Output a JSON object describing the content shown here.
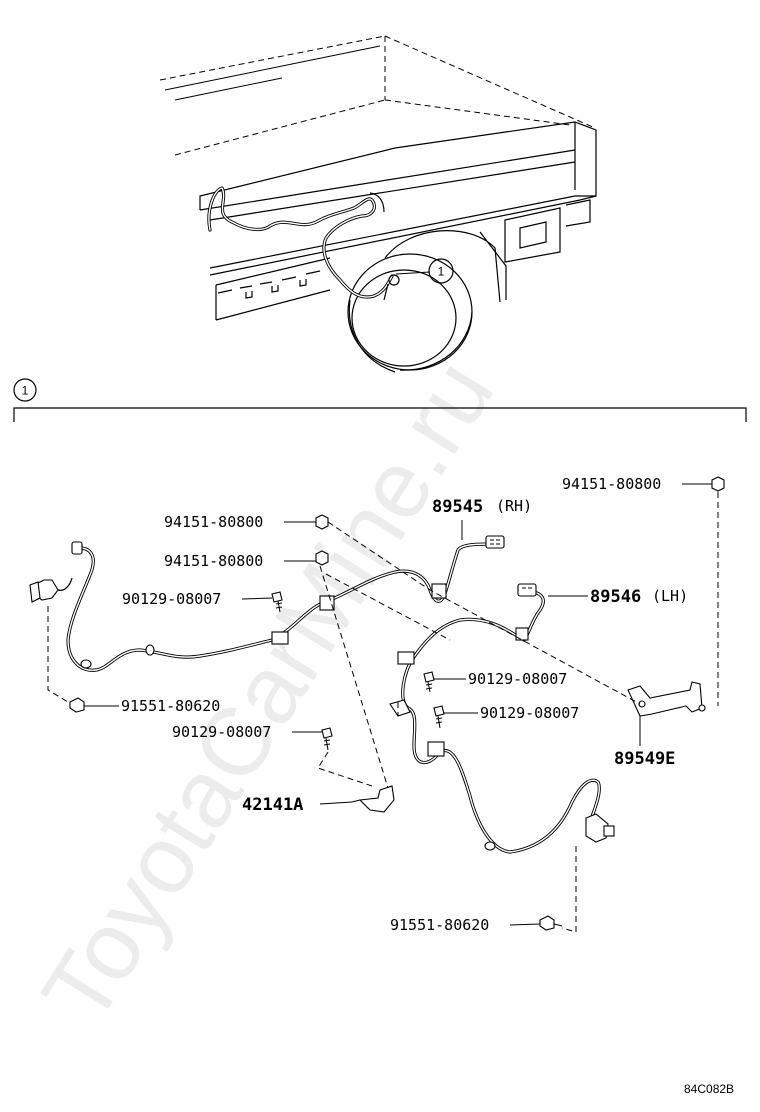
{
  "watermark": "ToyotaCarMine.ru",
  "callout": {
    "number": "1"
  },
  "section_marker": "1",
  "labels": {
    "nut_top_right": "94151-80800",
    "nut_left_1": "94151-80800",
    "nut_left_2": "94151-80800",
    "bolt_left": "90129-08007",
    "bolt_mid_1": "90129-08007",
    "bolt_mid_2": "90129-08007",
    "bolt_lower": "90129-08007",
    "screw_left": "91551-80620",
    "screw_bottom": "91551-80620",
    "sensor_rh_num": "89545",
    "sensor_rh_side": "(RH)",
    "sensor_lh_num": "89546",
    "sensor_lh_side": "(LH)",
    "bracket": "89549E",
    "clamp": "42141A"
  },
  "diagram_code": "84C082B"
}
